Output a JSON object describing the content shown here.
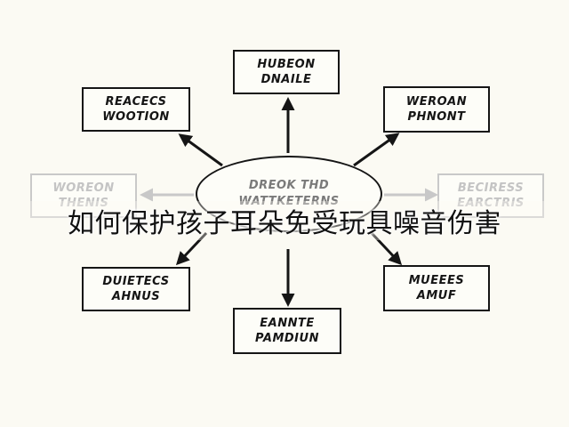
{
  "diagram": {
    "center": {
      "lines": [
        "DREOK THD",
        "WATTKETERNS"
      ]
    },
    "nodes": {
      "top": {
        "lines": [
          "HUBEON",
          "DNAILE"
        ]
      },
      "top_left": {
        "lines": [
          "REACECS",
          "WOOTION"
        ]
      },
      "top_right": {
        "lines": [
          "WEROAN",
          "PHNONT"
        ]
      },
      "left": {
        "lines": [
          "WOREON",
          "THENIS"
        ]
      },
      "right": {
        "lines": [
          "BECIRESS",
          "EARCTRIS"
        ]
      },
      "bottom_left": {
        "lines": [
          "DUIETECS",
          "AHNUS"
        ]
      },
      "bottom_right": {
        "lines": [
          "MUEEES",
          "AMUF"
        ]
      },
      "bottom": {
        "lines": [
          "EANNTE",
          "PAMDIUN"
        ]
      }
    }
  },
  "caption": "如何保护孩子耳朵免受玩具噪音伤害"
}
